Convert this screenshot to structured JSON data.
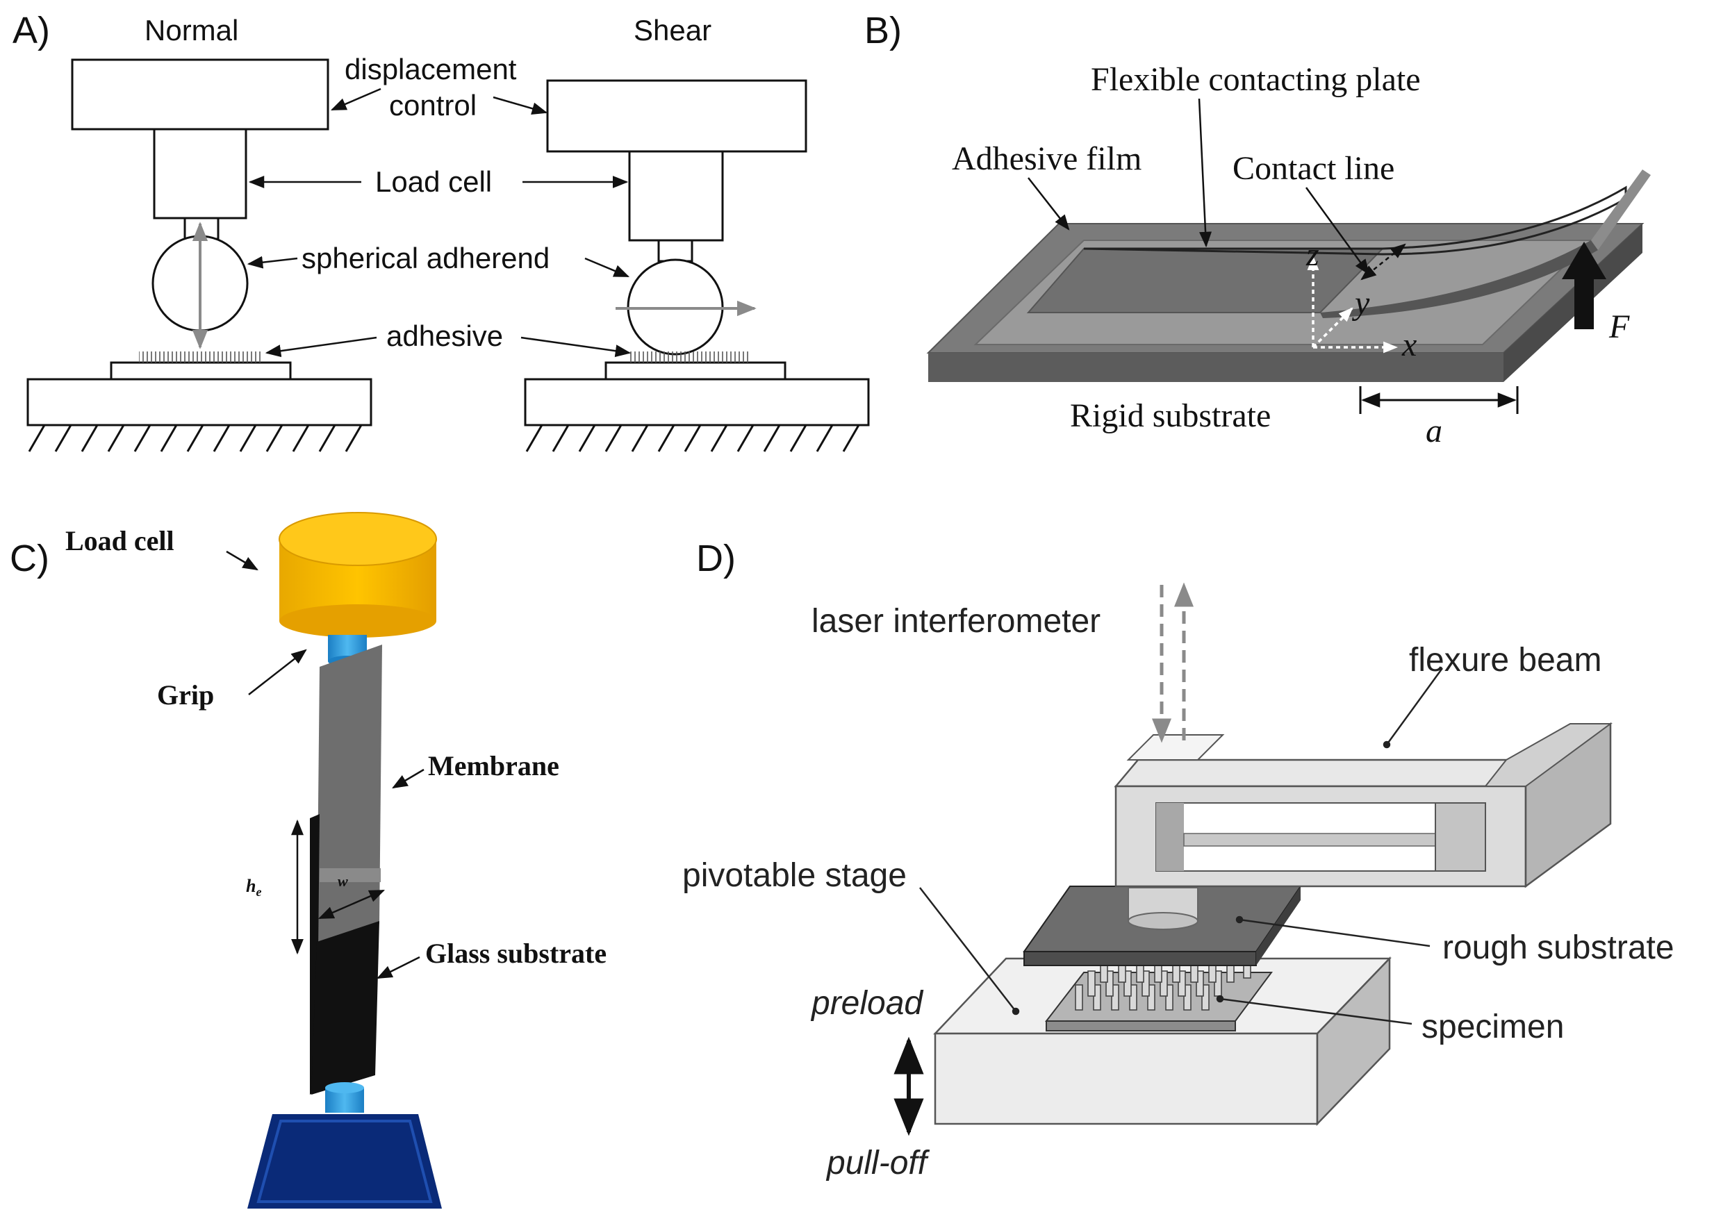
{
  "panels": {
    "a": {
      "label": "A)",
      "normal": "Normal",
      "shear": "Shear",
      "displacement_line1": "displacement",
      "displacement_line2": "control",
      "load_cell": "Load cell",
      "spherical_adherend": "spherical adherend",
      "adhesive": "adhesive"
    },
    "b": {
      "label": "B)",
      "flexible_plate": "Flexible contacting plate",
      "adhesive_film": "Adhesive film",
      "contact_line": "Contact line",
      "rigid_substrate": "Rigid substrate",
      "force": "F",
      "crack_length": "a",
      "axis_x": "x",
      "axis_y": "y",
      "axis_z": "z"
    },
    "c": {
      "label": "C)",
      "load_cell": "Load cell",
      "grip": "Grip",
      "membrane": "Membrane",
      "glass_substrate": "Glass substrate",
      "height_symbol": "h",
      "height_subscript": "e",
      "width_symbol": "w"
    },
    "d": {
      "label": "D)",
      "laser_interferometer": "laser interferometer",
      "flexure_beam": "flexure beam",
      "pivotable_stage": "pivotable stage",
      "rough_substrate": "rough substrate",
      "specimen": "specimen",
      "preload": "preload",
      "pull_off": "pull-off"
    }
  },
  "colors": {
    "load_cell_yellow": "#f6b800",
    "grip_blue": "#2fa3e6",
    "base_navy": "#0a2a78",
    "membrane_gray": "#6e6e6e",
    "glass_black": "#111111"
  }
}
